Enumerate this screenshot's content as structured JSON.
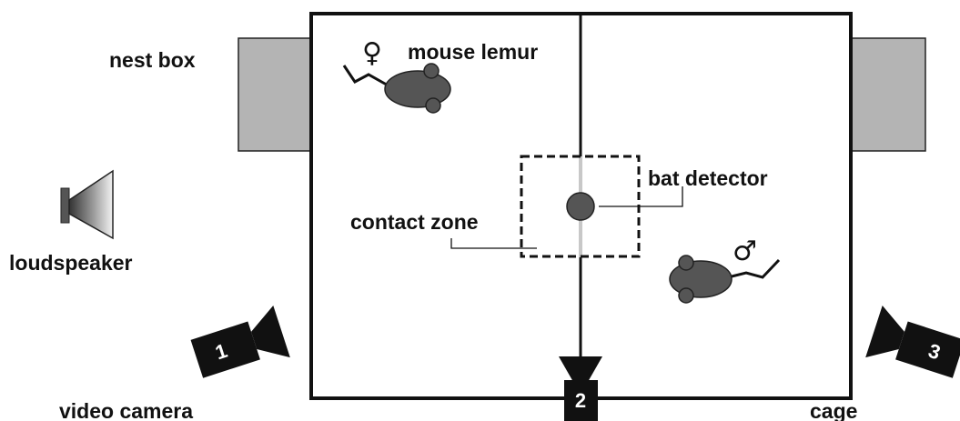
{
  "labels": {
    "nest_box": "nest box",
    "mouse_lemur": "mouse lemur",
    "bat_detector": "bat detector",
    "contact_zone": "contact zone",
    "loudspeaker": "loudspeaker",
    "video_camera": "video camera",
    "cage": "cage"
  },
  "symbols": {
    "female": "♀",
    "male": "♂"
  },
  "cameras": [
    "1",
    "2",
    "3"
  ],
  "colors": {
    "ink": "#111111",
    "nest_box_fill": "#b4b4b4",
    "lemur_body": "#555555",
    "divider_gap": "#c8c8c8"
  },
  "icons": [
    "nest-box-icon",
    "loudspeaker-icon",
    "video-camera-icon",
    "mouse-lemur-icon",
    "bat-detector-icon"
  ]
}
